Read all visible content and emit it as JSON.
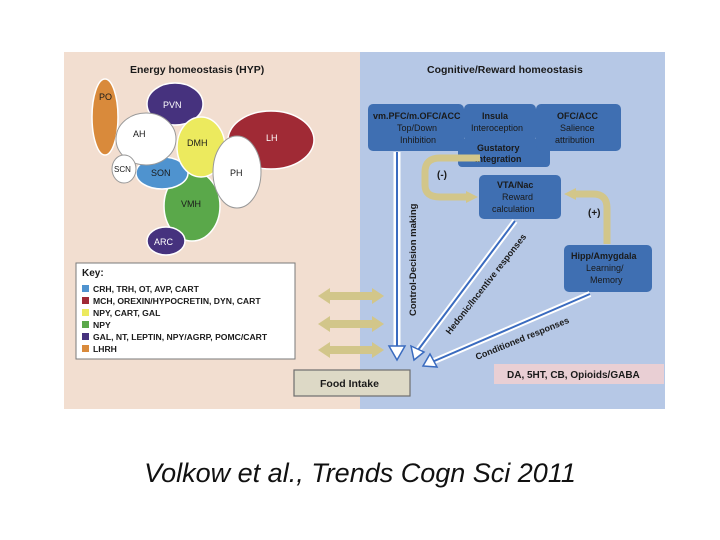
{
  "left_panel": {
    "title": "Energy homeostasis (HYP)",
    "regions": {
      "po": "PO",
      "pvn": "PVN",
      "ah": "AH",
      "dmh": "DMH",
      "lh": "LH",
      "scn": "SCN",
      "son": "SON",
      "ph": "PH",
      "vmh": "VMH",
      "arc": "ARC"
    },
    "key": {
      "title": "Key:",
      "items": [
        {
          "color": "#4f93cf",
          "label": "CRH, TRH, OT, AVP, CART"
        },
        {
          "color": "#a02a35",
          "label": "MCH, OREXIN/HYPOCRETIN, DYN, CART"
        },
        {
          "color": "#ecea5e",
          "label": "NPY, CART, GAL"
        },
        {
          "color": "#5aa84a",
          "label": "NPY"
        },
        {
          "color": "#46327e",
          "label": "GAL, NT, LEPTIN, NPY/AGRP, POMC/CART"
        },
        {
          "color": "#d98a3b",
          "label": "LHRH"
        }
      ]
    }
  },
  "right_panel": {
    "title": "Cognitive/Reward homeostasis",
    "vmpfc": {
      "title": "vm.PFC/m.OFC/ACC",
      "line1": "Top/Down",
      "line2": "Inhibition"
    },
    "insula": {
      "title": "Insula",
      "line1": "Interoception"
    },
    "gustatory": {
      "line1": "Gustatory",
      "line2": "integration"
    },
    "ofc": {
      "title": "OFC/ACC",
      "line1": "Salience",
      "line2": "attribution"
    },
    "vta": {
      "title": "VTA/Nac",
      "line1": "Reward",
      "line2": "calculation"
    },
    "hipp": {
      "title": "Hipp/Amygdala",
      "line1": "Learning/",
      "line2": "Memory"
    },
    "minus": "(-)",
    "plus": "(+)",
    "control": "Control-Decision making",
    "hedonic": "Hedonic/Incentive responses",
    "conditioned": "Conditioned responses",
    "transmitters": "DA, 5HT, CB, Opioids/GABA"
  },
  "food_intake": "Food Intake",
  "caption": "Volkow et al., Trends Cogn Sci 2011",
  "colors": {
    "left_bg": "#f2ded0",
    "right_bg": "#b6c8e6",
    "box_blue": "#3f6fb2",
    "arrow_tan": "#d2c68a"
  }
}
